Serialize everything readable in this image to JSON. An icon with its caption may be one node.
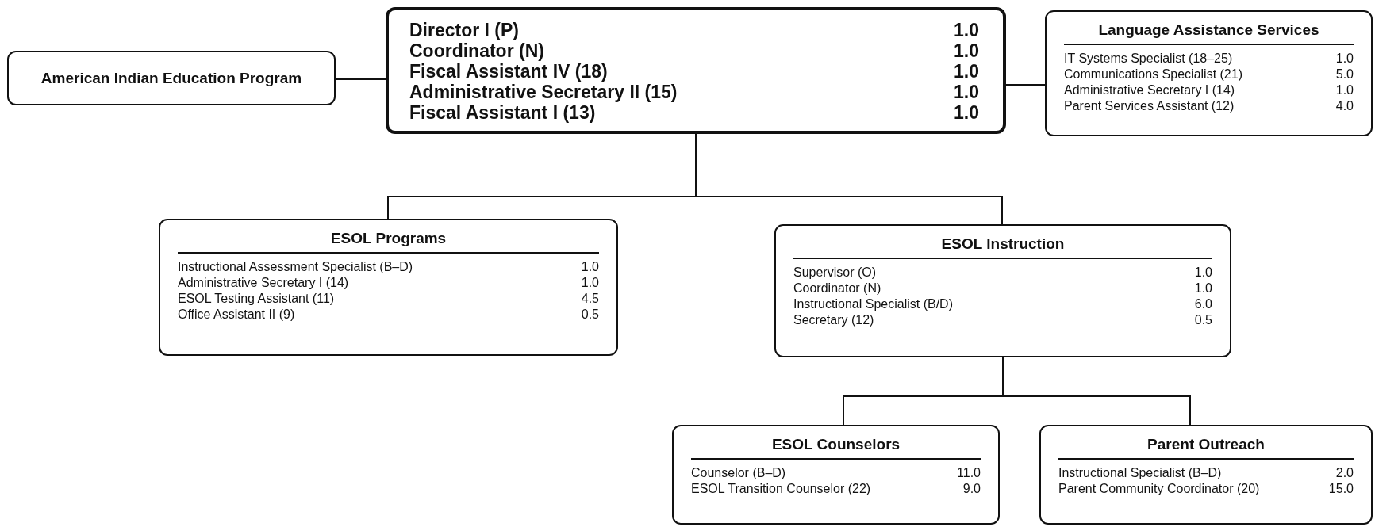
{
  "diagram": {
    "nodes": [
      {
        "text": [
          "American Indian Education Program"
        ]
      },
      {
        "text": [
          "Director I (P)",
          "1.0",
          "Coordinator (N)",
          "1.0",
          "Fiscal Assistant IV (18)",
          "1.0",
          "Administrative Secretary II (15)",
          "1.0",
          "Fiscal Assistant I (13)",
          "1.0"
        ]
      },
      {
        "text": [
          "Language Assistance Services",
          "IT Systems Specialist (18–25)",
          "1.0",
          "Communications Specialist (21)",
          "5.0",
          "Administrative Secretary I (14)",
          "1.0",
          "Parent Services Assistant (12)",
          "4.0"
        ]
      },
      {
        "text": [
          "ESOL Programs",
          "Instructional Assessment Specialist (B–D)",
          "1.0",
          "Administrative Secretary I (14)",
          "1.0",
          "ESOL Testing Assistant (11)",
          "4.5",
          "Office Assistant II (9)",
          "0.5"
        ]
      },
      {
        "text": [
          "ESOL Instruction",
          "Supervisor (O)",
          "1.0",
          "Coordinator (N)",
          "1.0",
          "Instructional Specialist (B/D)",
          "6.0",
          "Secretary (12)",
          "0.5"
        ]
      },
      {
        "text": [
          "ESOL Counselors",
          "Counselor (B–D)",
          "11.0",
          "ESOL Transition Counselor (22)",
          "9.0"
        ]
      },
      {
        "text": [
          "Parent Outreach",
          "Instructional Specialist (B–D)",
          "2.0",
          "Parent Community Coordinator (20)",
          "15.0"
        ]
      }
    ],
    "edges": [
      {
        "from": 0,
        "to": 1,
        "arrow": "none"
      },
      {
        "from": 1,
        "to": 2,
        "arrow": "none"
      },
      {
        "from": 1,
        "to": 3,
        "arrow": "none"
      },
      {
        "from": 1,
        "to": 4,
        "arrow": "none"
      },
      {
        "from": 4,
        "to": 5,
        "arrow": "none"
      },
      {
        "from": 4,
        "to": 6,
        "arrow": "none"
      }
    ]
  }
}
